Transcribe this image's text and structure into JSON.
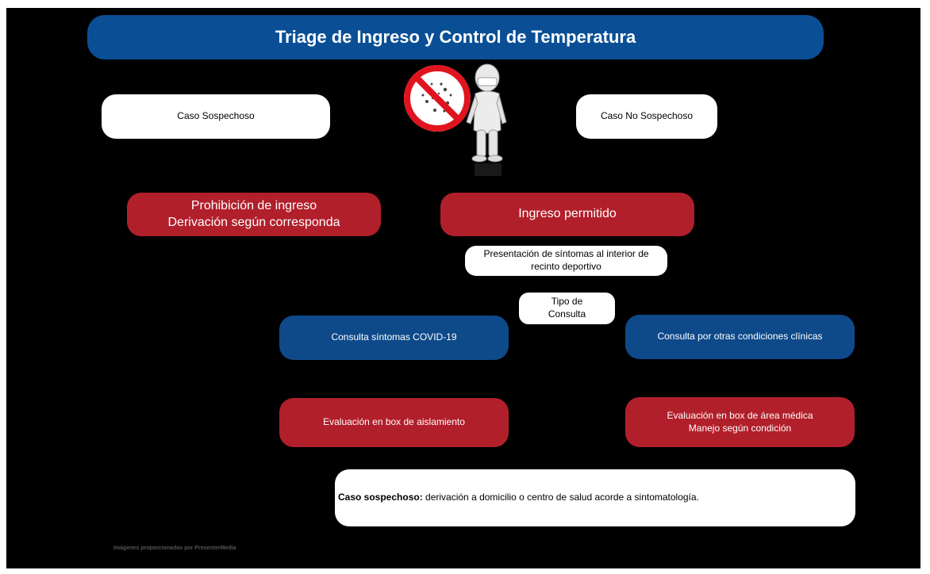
{
  "title": "Triage de Ingreso y Control de Temperatura",
  "suspect_case": "Caso Sospechoso",
  "non_suspect_case": "Caso No Sospechoso",
  "prohibition": {
    "line1": "Prohibición de ingreso",
    "line2": "Derivación según corresponda"
  },
  "allowed": "Ingreso permitido",
  "symptoms_presentation": {
    "line1": "Presentación de síntomas al interior de",
    "line2": "recinto deportivo"
  },
  "consult_type": {
    "line1": "Tipo de",
    "line2": "Consulta"
  },
  "covid_consult": "Consulta síntomas COVID-19",
  "other_consult": "Consulta por otras condiciones clínicas",
  "isolation_eval": "Evaluación en box de aislamiento",
  "medical_eval": {
    "line1": "Evaluación en box de área médica",
    "line2": "Manejo según condición"
  },
  "note": {
    "bold": "Caso sospechoso:",
    "text": " derivación a domicilio o centro de salud acorde a sintomatología."
  },
  "credit": "Imágenes proporcionadas por PresenterMedia",
  "colors": {
    "title_blue": "#0a4f96",
    "button_blue": "#0e4a8a",
    "red": "#b11f2b",
    "prohibition_sign": "#e0141e"
  },
  "icons": [
    "no-virus-icon",
    "masked-person-figure"
  ]
}
